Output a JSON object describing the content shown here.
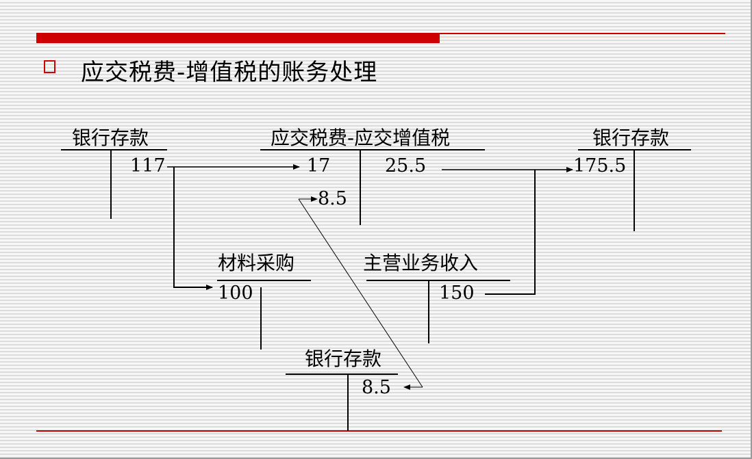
{
  "slide": {
    "title": "应交税费-增值税的账务处理",
    "bullet_icon": "hollow-square-bullet-icon",
    "colors": {
      "accent_red": "#cc0000",
      "text": "#000000",
      "background": "#f4f4f4"
    }
  },
  "t_accounts": [
    {
      "id": "bank_deposit_1",
      "name": "银行存款",
      "debit": [],
      "credit": [
        "117"
      ]
    },
    {
      "id": "vat_payable",
      "name": "应交税费-应交增值税",
      "debit": [
        "17",
        "8.5"
      ],
      "credit": [
        "25.5"
      ]
    },
    {
      "id": "bank_deposit_2",
      "name": "银行存款",
      "debit": [
        "175.5"
      ],
      "credit": []
    },
    {
      "id": "material_purchase",
      "name": "材料采购",
      "debit": [
        "100"
      ],
      "credit": []
    },
    {
      "id": "main_revenue",
      "name": "主营业务收入",
      "debit": [],
      "credit": [
        "150"
      ]
    },
    {
      "id": "bank_deposit_3",
      "name": "银行存款",
      "debit": [],
      "credit": [
        "8.5"
      ]
    }
  ],
  "flows": [
    {
      "from": "银行存款 credit 117",
      "to": "应交税费-应交增值税 debit 17"
    },
    {
      "from": "银行存款 credit 117",
      "to": "材料采购 debit 100"
    },
    {
      "from": "应交税费-应交增值税 credit 25.5",
      "to": "银行存款 debit 175.5"
    },
    {
      "from": "主营业务收入 credit 150",
      "to": "银行存款 debit 175.5"
    },
    {
      "from": "银行存款 credit 8.5",
      "to": "应交税费-应交增值税 debit 8.5"
    }
  ]
}
